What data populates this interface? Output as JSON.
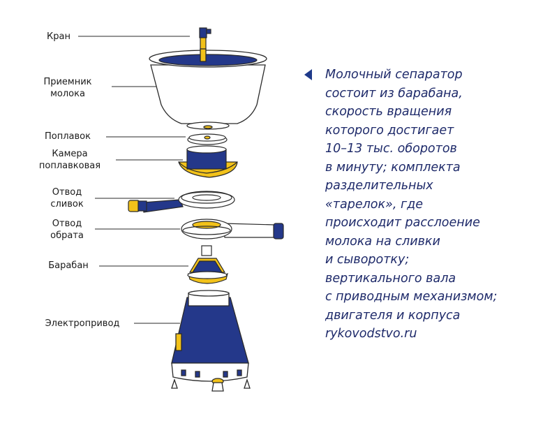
{
  "labels": {
    "kran": "Кран",
    "priemnik_1": "Приемник",
    "priemnik_2": "молока",
    "poplavok": "Поплавок",
    "kamera_1": "Камера",
    "kamera_2": "поплавковая",
    "slivki_1": "Отвод",
    "slivki_2": "сливок",
    "obrat_1": "Отвод",
    "obrat_2": "обрата",
    "baraban": "Барабан",
    "privod": "Электропривод"
  },
  "description": {
    "lines": [
      "Молочный сепаратор",
      "состоит из барабана,",
      "скорость вращения",
      "которого достигает",
      "10–13 тыс. оборотов",
      "в минуту; комплекта",
      "разделительных",
      "«тарелок», где",
      "происходит расслоение",
      "молока на сливки",
      "и сыворотку;",
      "вертикального вала",
      "с приводным механизмом;",
      "двигателя и корпуса",
      "rykovodstvo.ru"
    ]
  },
  "colors": {
    "blue": "#24388a",
    "yellow": "#f2c21a",
    "outline": "#2a2a2a",
    "text_blue": "#1e2a6a"
  }
}
